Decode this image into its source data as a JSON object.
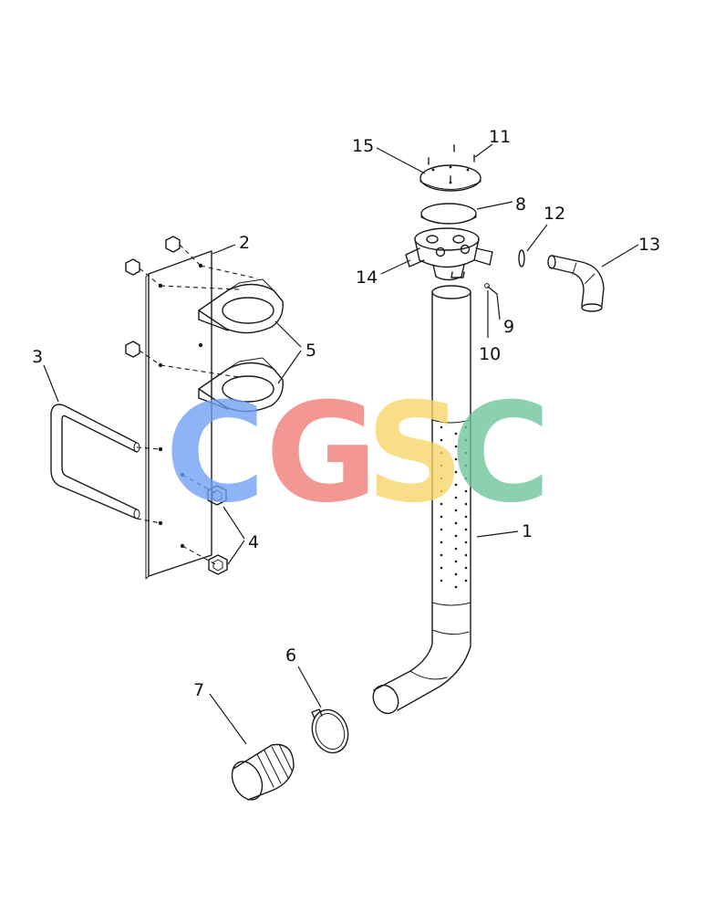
{
  "callouts": [
    "1",
    "2",
    "3",
    "4",
    "5",
    "6",
    "7",
    "8",
    "9",
    "10",
    "11",
    "12",
    "13",
    "14",
    "15"
  ],
  "watermark": {
    "letters": [
      "C",
      "G",
      "S",
      "C"
    ],
    "colors": [
      "#6fa0f5",
      "#f07a75",
      "#f9d466",
      "#6cc49a"
    ]
  }
}
